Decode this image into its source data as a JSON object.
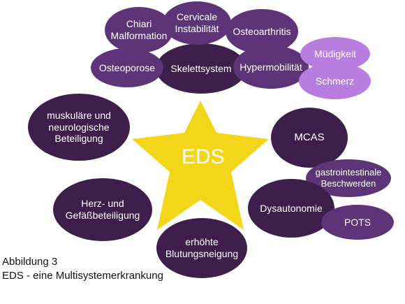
{
  "diagram": {
    "center": "EDS",
    "nodes": {
      "skelettsystem": "Skelettsystem",
      "chiari": "Chiari\nMalformation",
      "cervicale": "Cervicale\nInstabilität",
      "osteoarthritis": "Osteoarthritis",
      "osteoporose": "Osteoporose",
      "hypermobilitaet": "Hypermobilität",
      "muedigkeit": "Müdigkeit",
      "schmerz": "Schmerz",
      "muskulaer": "muskuläre und\nneurologische\nBeteiligung",
      "mcas": "MCAS",
      "gastro": "gastrointestinale\nBeschwerden",
      "herz": "Herz- und\nGefäßbeteiligung",
      "dysautonomie": "Dysautonomie",
      "pots": "POTS",
      "blutung": "erhöhte\nBlutungsneigung"
    }
  },
  "caption": {
    "line1": "Abbildung 3",
    "line2": "EDS - eine Multisystemerkrankung"
  },
  "colors": {
    "dark": "#3e1f4c",
    "mid": "#5d3478",
    "light": "#b77ee0",
    "star": "#f3d51a"
  }
}
